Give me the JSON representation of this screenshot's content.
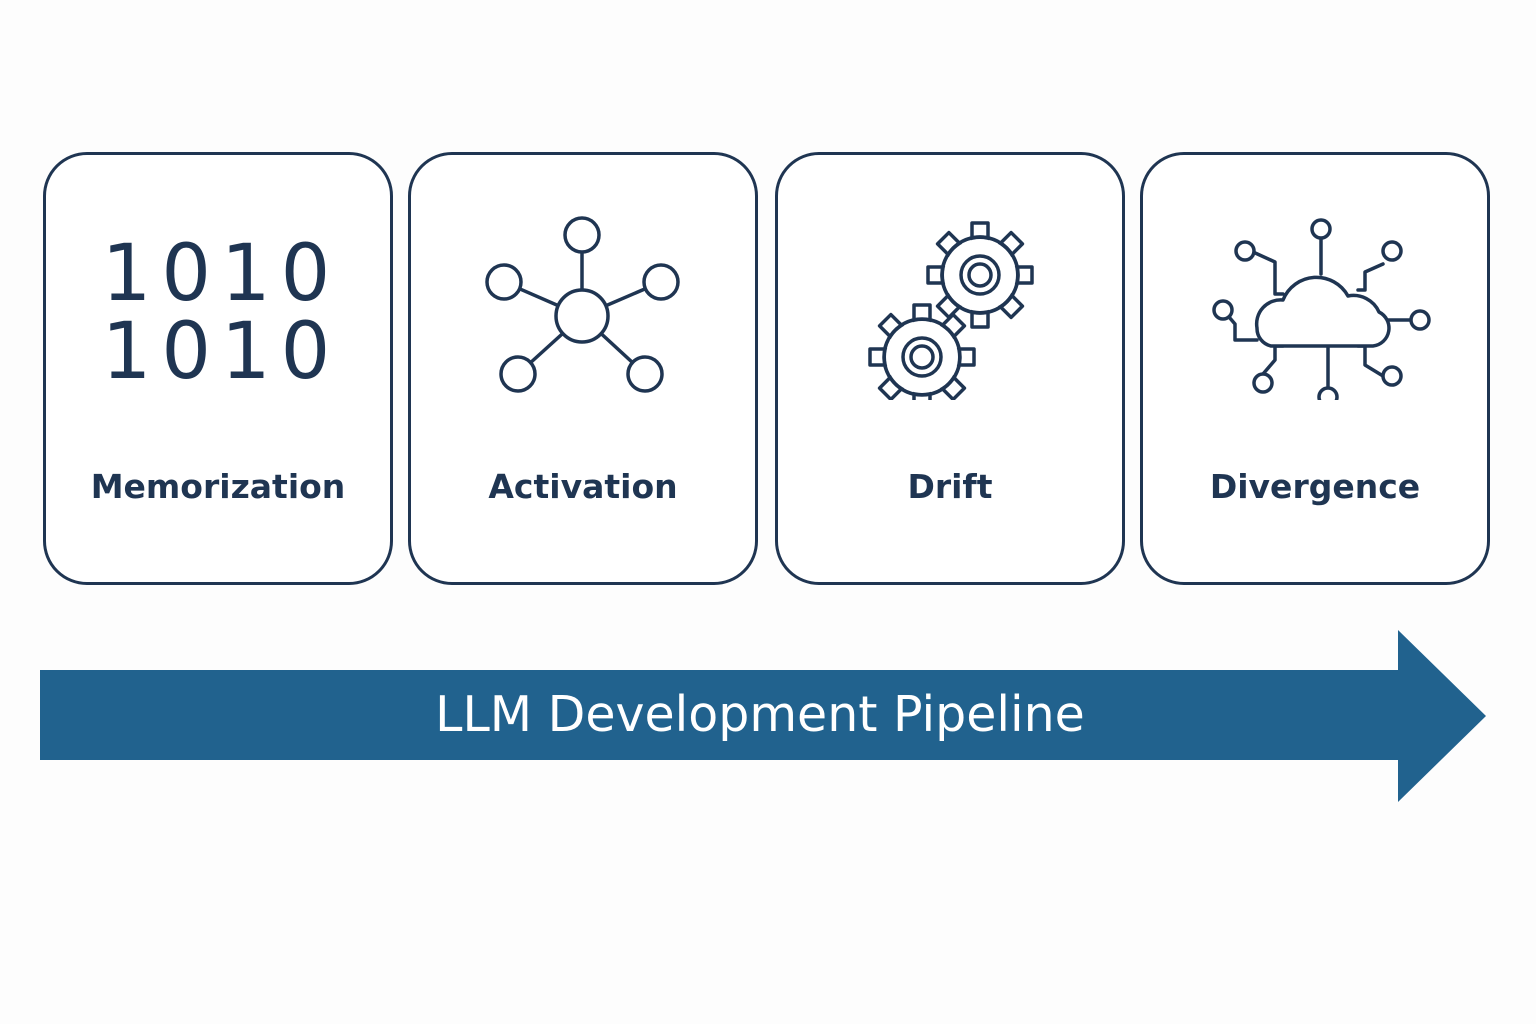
{
  "stages": [
    {
      "label": "Memorization",
      "icon": "binary-digits-icon"
    },
    {
      "label": "Activation",
      "icon": "network-nodes-icon"
    },
    {
      "label": "Drift",
      "icon": "gears-icon"
    },
    {
      "label": "Divergence",
      "icon": "cloud-circuit-icon"
    }
  ],
  "binary_icon": {
    "row1": "1010",
    "row2": "1010"
  },
  "pipeline": {
    "label": "LLM Development Pipeline"
  },
  "colors": {
    "outline": "#1f3552",
    "arrow": "#21628e",
    "background": "#fdfdfd"
  }
}
